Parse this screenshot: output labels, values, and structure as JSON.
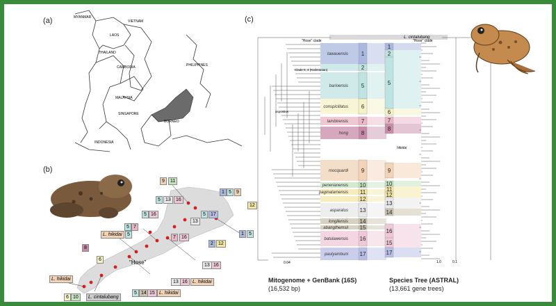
{
  "panels": {
    "a": "(a)",
    "b": "(b)",
    "c": "(c)"
  },
  "map_a": {
    "countries": [
      "MYANMAR",
      "VIETNAM",
      "LAOS",
      "THAILAND",
      "CAMBODIA",
      "PHILIPPINES",
      "MALAYSIA",
      "SINGAPORE",
      "BORNEO",
      "INDONESIA"
    ]
  },
  "map_b": {
    "locality": "\"Hose\"",
    "species_labels": [
      "L. hikidai",
      "L. hikidai",
      "L. cintalubang",
      "L. hikidai",
      "L. hikidai"
    ],
    "tags": [
      "9",
      "11",
      "1",
      "5",
      "9",
      "5",
      "13",
      "16",
      "5",
      "17",
      "12",
      "5",
      "16",
      "5",
      "7",
      "13",
      "7",
      "16",
      "5",
      "5",
      "13",
      "16",
      "13",
      "16",
      "8",
      "6",
      "6",
      "10",
      "5",
      "14",
      "15",
      "2",
      "12",
      "1",
      "5"
    ]
  },
  "tree": {
    "outgroup": "L. cintalubang",
    "hose_clade_left": "\"Hose\" clade",
    "hose_clade_right": "\"Hose\" clade",
    "clade5_note": "Clade 5, 4 (Kalimantan)",
    "sub_note": "aspostius",
    "hikidai_mid": "hikidai",
    "clades": [
      {
        "name": "tawauensis",
        "num": "1"
      },
      {
        "name": "",
        "num": "2"
      },
      {
        "name": "barioensis",
        "num": "5"
      },
      {
        "name": "conspicillatus",
        "num": "6"
      },
      {
        "name": "lambirensis",
        "num": "7"
      },
      {
        "name": "hong",
        "num": "8"
      },
      {
        "name": "mocquardi",
        "num": "9"
      },
      {
        "name": "penerianensis",
        "num": "10"
      },
      {
        "name": "paginatamensis",
        "num": "11"
      },
      {
        "name": "",
        "num": "12"
      },
      {
        "name": "asparatus",
        "num": "13"
      },
      {
        "name": "longilensis",
        "num": "14"
      },
      {
        "name": "abangthemsii",
        "num": "15"
      },
      {
        "name": "batulawensis",
        "num": "16"
      },
      {
        "name": "paulyambuni",
        "num": "17"
      }
    ],
    "right_nums": [
      "1",
      "2",
      "5",
      "6",
      "7",
      "8",
      "9",
      "10",
      "11",
      "12",
      "13",
      "14",
      "16",
      "15",
      "17"
    ],
    "left_title": "Mitogenome + GenBank (16S)",
    "left_sub": "(16,532 bp)",
    "right_title": "Species Tree (ASTRAL)",
    "right_sub": "(13,661 gene trees)",
    "scale_left": "0.04",
    "scale_right_a": "1.0",
    "scale_right_b": "0.1"
  },
  "colors": {
    "frame": "#3a8a3c",
    "borneo": "#666666",
    "c1": "#aab8df",
    "c5": "#bfe3e1",
    "c6": "#f5f2c8",
    "c7": "#e9b6c6",
    "c8": "#c78ba8",
    "c9": "#f2d3b7",
    "c10": "#c6e3c0",
    "c12": "#f4e7a6",
    "c13": "#e8e8e8",
    "c14": "#c9c1ad",
    "c16": "#efc8d8",
    "c17": "#b8bde6"
  }
}
